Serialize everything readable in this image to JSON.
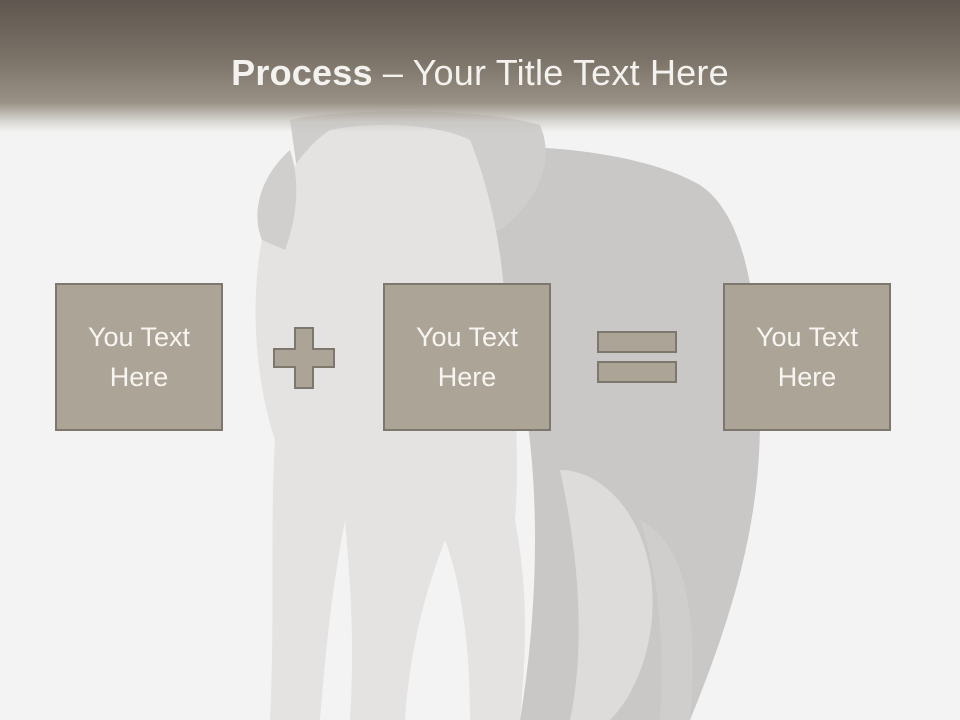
{
  "slide": {
    "title_bold": "Process",
    "title_rest": " – Your Title Text Here",
    "boxes": [
      {
        "text": "You Text Here"
      },
      {
        "text": "You Text Here"
      },
      {
        "text": "You Text Here"
      }
    ],
    "operators": [
      "plus-icon",
      "equals-icon"
    ],
    "colors": {
      "title_bar": "#7b7368",
      "box_fill": "#aca497",
      "box_border": "#7e776d",
      "text": "#f7f5f1"
    }
  }
}
